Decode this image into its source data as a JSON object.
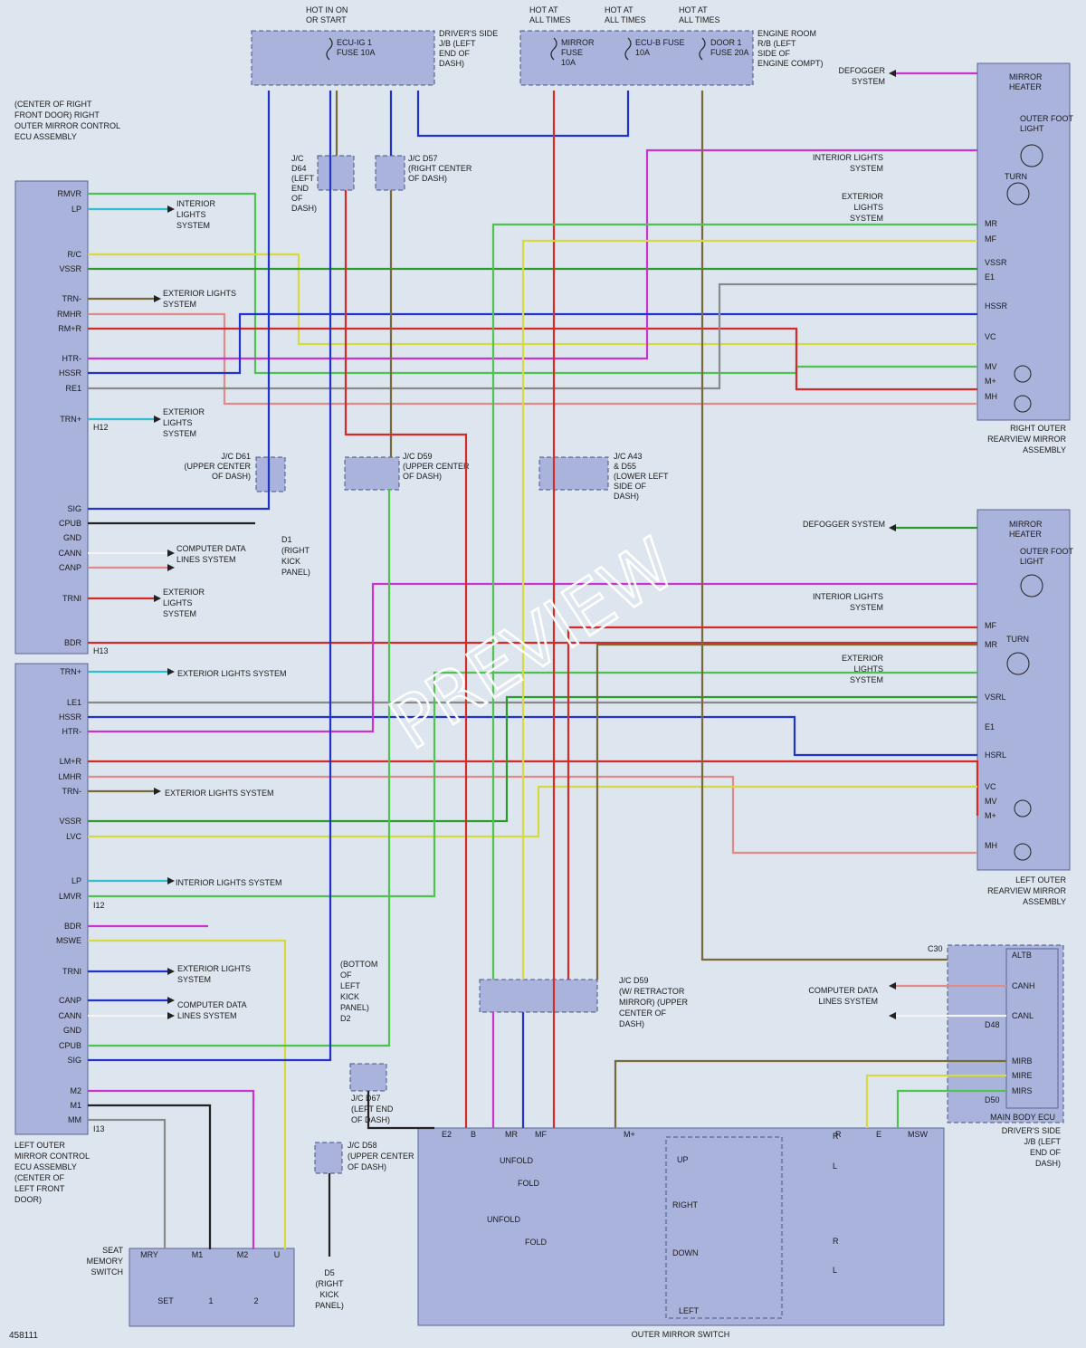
{
  "figure_id": "458111",
  "watermark": "PREVIEW",
  "colors": {
    "LT GRN": "#4fc34f",
    "LT BLU": "#2ec0d0",
    "BLU": "#2233cc",
    "RED": "#d42a2a",
    "YEL": "#d8d840",
    "GRN": "#2a9a2a",
    "BRN": "#7a6a3a",
    "PNK": "#e08a8a",
    "VIO": "#cc33cc",
    "GRY": "#8a8a8a",
    "BLK": "#222222",
    "WHT": "#f4f4f4",
    "WHT/BLK": "#555555"
  },
  "power": {
    "hot1": "HOT IN ON OR START",
    "hot2": "HOT AT ALL TIMES",
    "hot3": "HOT AT ALL TIMES",
    "hot4": "HOT AT ALL TIMES",
    "fuse1": "ECU-IG 1 FUSE 10A",
    "fuse2": "MIRROR FUSE 10A",
    "fuse3": "ECU-B FUSE 10A",
    "fuse4": "DOOR 1 FUSE 20A",
    "driver_jb": "DRIVER'S SIDE J/B (LEFT END OF DASH)",
    "engine_rb": "ENGINE ROOM R/B (LEFT SIDE OF ENGINE COMPT)"
  },
  "right_ecu": {
    "title": "(CENTER OF RIGHT FRONT DOOR) RIGHT OUTER MIRROR CONTROL ECU ASSEMBLY",
    "pins": [
      "RMVR",
      "LP",
      "R/C",
      "VSSR",
      "TRN-",
      "RMHR",
      "RM+R",
      "HTR-",
      "HSSR",
      "RE1",
      "TRN+",
      "SIG",
      "CPUB",
      "GND",
      "CANN",
      "CANP",
      "TRNI",
      "BDR"
    ],
    "conn1": "H12",
    "conn2": "H13"
  },
  "left_ecu": {
    "title": "LEFT OUTER MIRROR CONTROL ECU ASSEMBLY (CENTER OF LEFT FRONT DOOR)",
    "pins": [
      "TRN+",
      "LE1",
      "HSSR",
      "HTR-",
      "LM+R",
      "LMHR",
      "TRN-",
      "VSSR",
      "LVC",
      "LP",
      "LMVR",
      "BDR",
      "MSWE",
      "TRNI",
      "CANP",
      "CANN",
      "GND",
      "CPUB",
      "SIG",
      "M2",
      "M1",
      "MM"
    ],
    "conn": "I12",
    "conn2": "I13"
  },
  "systems": {
    "interior": "INTERIOR LIGHTS SYSTEM",
    "exterior": "EXTERIOR LIGHTS SYSTEM",
    "cdl": "COMPUTER DATA LINES SYSTEM",
    "defogger": "DEFOGGER SYSTEM"
  },
  "junctions": {
    "d64": "J/C D64 (LEFT END OF DASH)",
    "d57": "J/C D57 (RIGHT CENTER OF DASH)",
    "d61": "J/C D61 (UPPER CENTER OF DASH)",
    "d59a": "J/C D59 (UPPER CENTER OF DASH)",
    "a43": "J/C A43 & D55 (LOWER LEFT SIDE OF DASH)",
    "d59b": "J/C D59 (W/ RETRACTOR MIRROR) (UPPER CENTER OF DASH)",
    "d67": "J/C D67 (LEFT END OF DASH)",
    "d58": "J/C D58 (UPPER CENTER OF DASH)",
    "d1": "D1 (RIGHT KICK PANEL)",
    "d2": "(BOTTOM OF LEFT KICK PANEL) D2",
    "d5": "D5 (RIGHT KICK PANEL)"
  },
  "right_mirror": {
    "title": "RIGHT OUTER REARVIEW MIRROR ASSEMBLY",
    "heater": "MIRROR HEATER",
    "foot": "OUTER FOOT LIGHT",
    "turn": "TURN",
    "pins": [
      "MR",
      "MF",
      "VSSR",
      "E1",
      "HSSR",
      "VC",
      "MV",
      "M+",
      "MH"
    ]
  },
  "left_mirror": {
    "title": "LEFT OUTER REARVIEW MIRROR ASSEMBLY",
    "heater": "MIRROR HEATER",
    "foot": "OUTER FOOT LIGHT",
    "turn": "TURN",
    "pins": [
      "MF",
      "MR",
      "VSRL",
      "E1",
      "HSRL",
      "VC",
      "MV",
      "M+",
      "MH"
    ]
  },
  "main_ecu": {
    "title": "MAIN BODY ECU",
    "sub": "DRIVER'S SIDE J/B (LEFT END OF DASH)",
    "pins": [
      "ALTB",
      "CANH",
      "CANL",
      "MIRB",
      "MIRE",
      "MIRS"
    ],
    "c30": "C30",
    "d48": "D48",
    "d50": "D50"
  },
  "seat_switch": {
    "title": "SEAT MEMORY SWITCH",
    "pins": [
      "MRY",
      "M1",
      "M2",
      "U"
    ],
    "set": "SET",
    "b1": "1",
    "b2": "2"
  },
  "outer_switch": {
    "title": "OUTER MIRROR SWITCH",
    "pins": [
      "E2",
      "B",
      "MR",
      "MF",
      "M+",
      "R",
      "E",
      "MSW"
    ],
    "unfold": "UNFOLD",
    "fold": "FOLD",
    "up": "UP",
    "right": "RIGHT",
    "down": "DOWN",
    "left": "LEFT",
    "r": "R",
    "l": "L"
  }
}
